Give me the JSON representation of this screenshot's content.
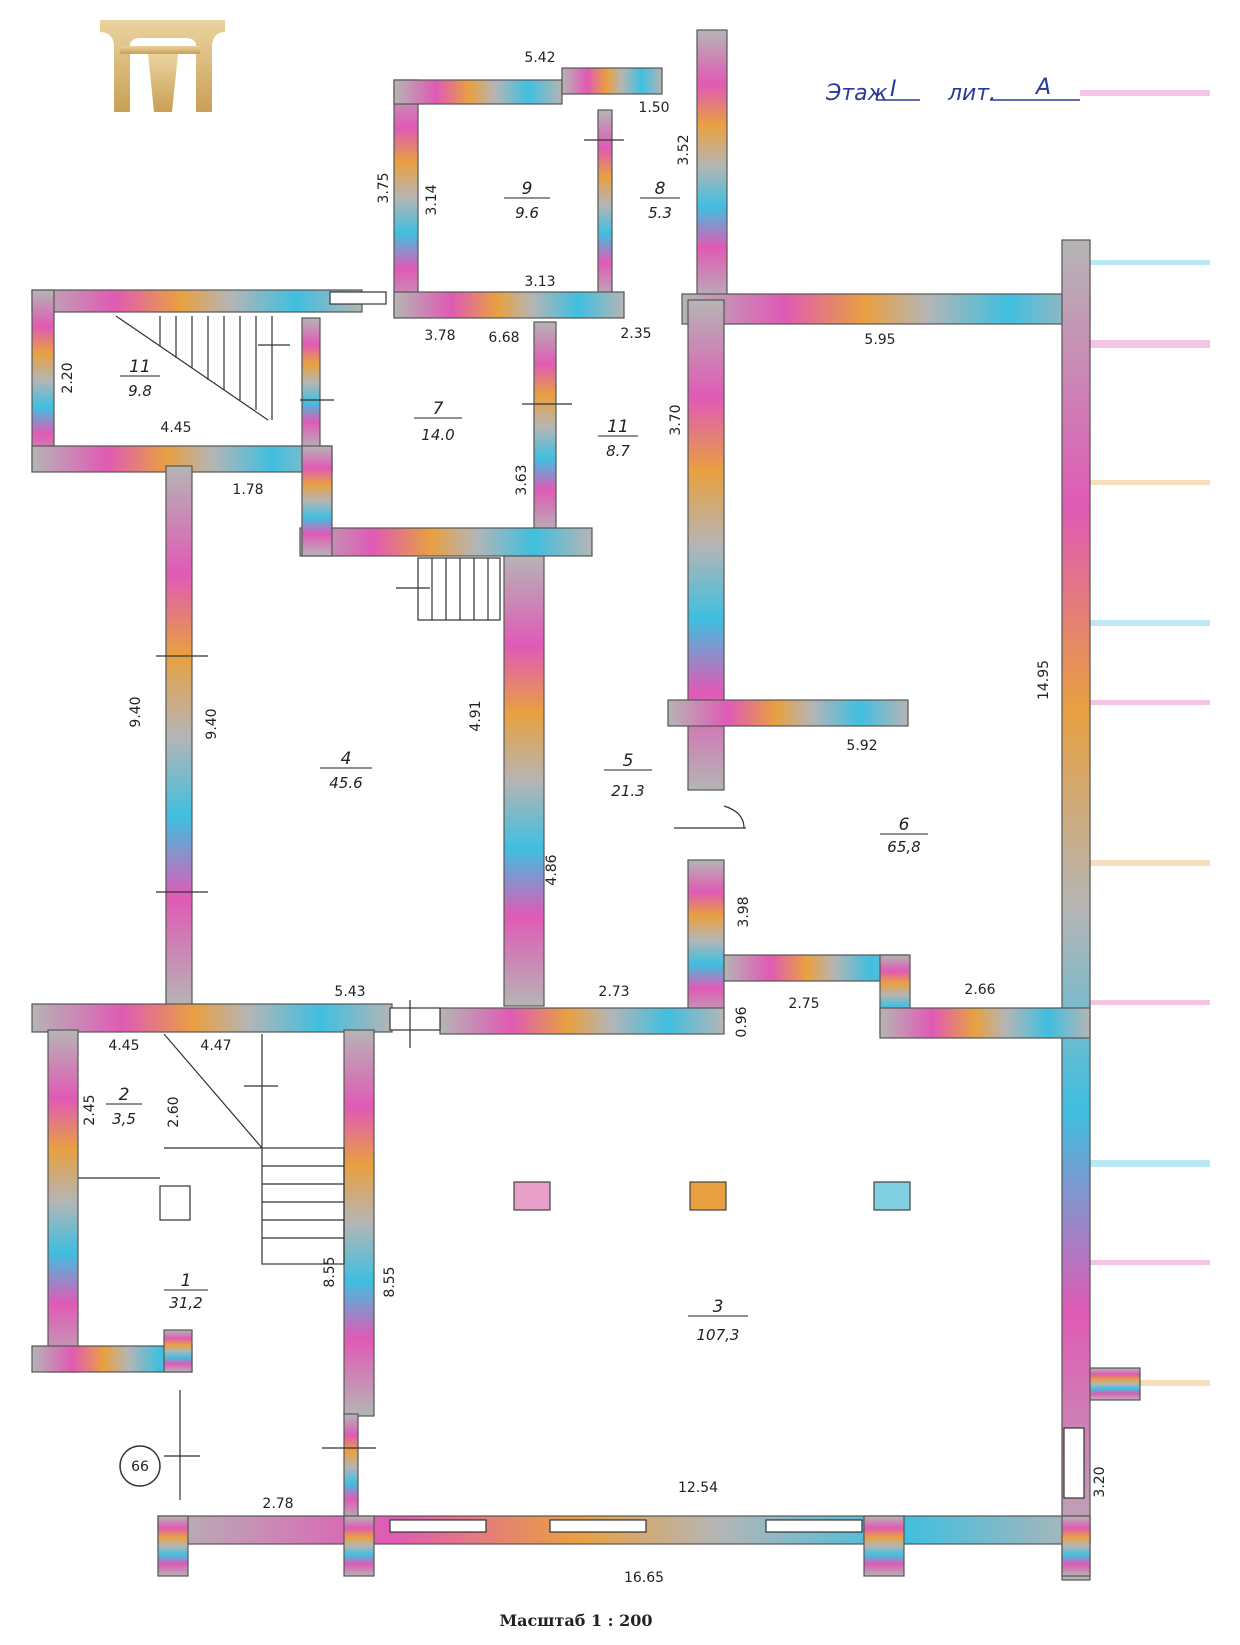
{
  "header": {
    "floor_label": "Этаж",
    "floor_value": "I",
    "letter_label": "лит.",
    "letter_value": "A"
  },
  "scale": "Масштаб 1 : 200",
  "mark": "66",
  "rooms": [
    {
      "num": "1",
      "area": "31,2"
    },
    {
      "num": "2",
      "area": "3,5"
    },
    {
      "num": "3",
      "area": "107,3"
    },
    {
      "num": "4",
      "area": "45.6"
    },
    {
      "num": "5",
      "area": "21.3"
    },
    {
      "num": "6",
      "area": "65,8"
    },
    {
      "num": "7",
      "area": "14.0"
    },
    {
      "num": "8",
      "area": "5.3"
    },
    {
      "num": "9",
      "area": "9.6"
    },
    {
      "num": "11",
      "area": "9.8"
    },
    {
      "num": "11",
      "area": "8.7"
    }
  ],
  "dims": [
    "5.42",
    "1.50",
    "3.52",
    "3.75",
    "3.14",
    "3.13",
    "3.78",
    "6.68",
    "2.35",
    "2.20",
    "4.45",
    "1.78",
    "3.63",
    "3.70",
    "5.95",
    "9.40",
    "9.40",
    "4.91",
    "14.95",
    "5.92",
    "4.86",
    "3.98",
    "5.43",
    "2.73",
    "0.96",
    "2.75",
    "2.66",
    "4.45",
    "4.47",
    "2.45",
    "2.60",
    "8.55",
    "8.55",
    "3.20",
    "2.78",
    "12.54",
    "16.65"
  ],
  "colors": {
    "wall_base": "#b5b5b5",
    "print_magenta": "#e05ab5",
    "print_cyan": "#3fbfe0",
    "print_orange": "#e8a040",
    "logo_gold": "#d9b36a",
    "header_ink": "#2a3a9a"
  },
  "logo": "gold-portal-logo"
}
